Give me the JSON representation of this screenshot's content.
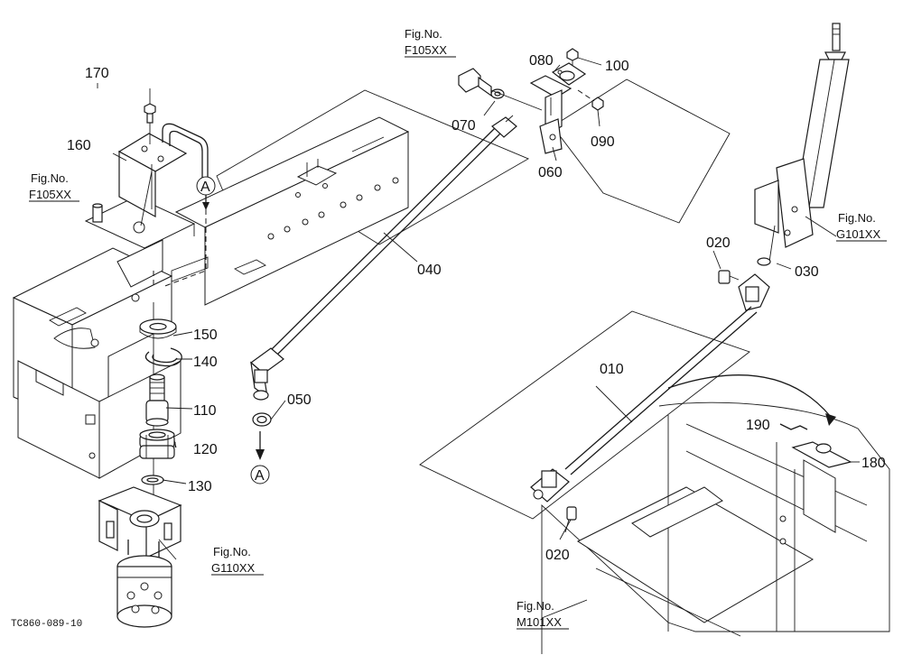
{
  "callouts": {
    "p010": "010",
    "p020a": "020",
    "p020b": "020",
    "p030": "030",
    "p040": "040",
    "p050": "050",
    "p060": "060",
    "p070": "070",
    "p080": "080",
    "p090": "090",
    "p100": "100",
    "p110": "110",
    "p120": "120",
    "p130": "130",
    "p140": "140",
    "p150": "150",
    "p160": "160",
    "p170": "170",
    "p180": "180",
    "p190": "190"
  },
  "figure_refs": {
    "fig_label": "Fig.No.",
    "f105_top": "F105XX",
    "f105_left": "F105XX",
    "g101": "G101XX",
    "g110": "G110XX",
    "m101": "M101XX"
  },
  "markers": {
    "a_top": "A",
    "a_bottom": "A"
  },
  "drawing_code": "TC860-089-10"
}
